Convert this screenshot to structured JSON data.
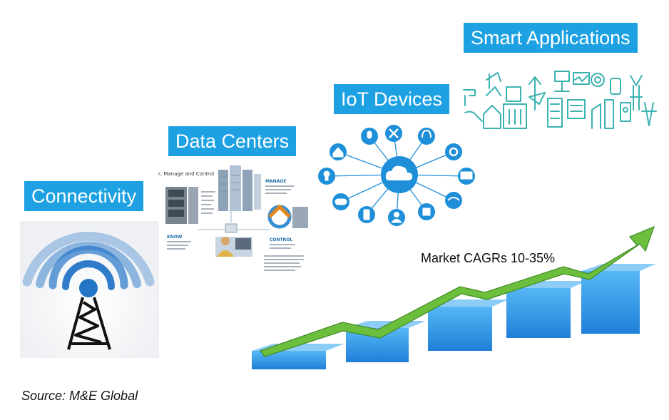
{
  "labels": {
    "connectivity": "Connectivity",
    "data_centers": "Data Centers",
    "iot_devices": "IoT Devices",
    "smart_applications": "Smart Applications"
  },
  "data_center_diagram": {
    "title": "r, Manage and Control",
    "manage": "MANAGE",
    "know": "KNOW",
    "control": "CONTROL"
  },
  "iot_icons": [
    "mic-icon",
    "tools-icon",
    "headset-icon",
    "home-icon",
    "settings-icon",
    "lightbulb-icon",
    "monitor-icon",
    "gamepad-icon",
    "wifi-icon",
    "phone-icon",
    "person-icon",
    "stop-icon",
    "cloud-icon"
  ],
  "market": {
    "label": "Market CAGRs 10-35%"
  },
  "source": "Source: M&E Global",
  "colors": {
    "label_bg": "#1da1e2",
    "iot_blue": "#1e8fd8",
    "arrow_green": "#6cbf3c",
    "block_blue": "#2c8fe6",
    "tower_blue": "#2575c7"
  }
}
